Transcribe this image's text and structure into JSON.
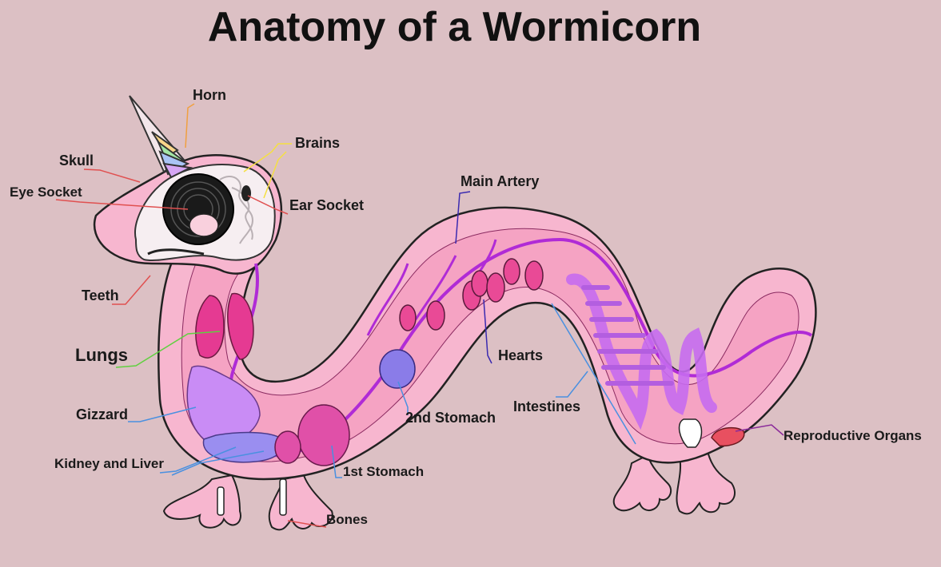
{
  "title": "Anatomy of a Wormicorn",
  "labels": {
    "horn": "Horn",
    "brains": "Brains",
    "skull": "Skull",
    "eye_socket": "Eye Socket",
    "ear_socket": "Ear Socket",
    "main_artery": "Main Artery",
    "teeth": "Teeth",
    "lungs": "Lungs",
    "hearts": "Hearts",
    "gizzard": "Gizzard",
    "second_stomach": "2nd Stomach",
    "intestines": "Intestines",
    "reproductive_organs": "Reproductive Organs",
    "kidney_and_liver": "Kidney and Liver",
    "first_stomach": "1st Stomach",
    "bones": "Bones"
  },
  "colors": {
    "background": "#dcc0c4",
    "body": "#f7b6cf",
    "body_inner": "#f5a3c3",
    "artery": "#b02bd6",
    "hearts": "#e94a96",
    "lungs": "#e53a92",
    "intestines": "#c76cf0",
    "gizzard": "#c98cf5",
    "stomach2": "#8a7ce8",
    "kidney_liver": "#9a8ef0",
    "reproductive": "#e85060"
  }
}
